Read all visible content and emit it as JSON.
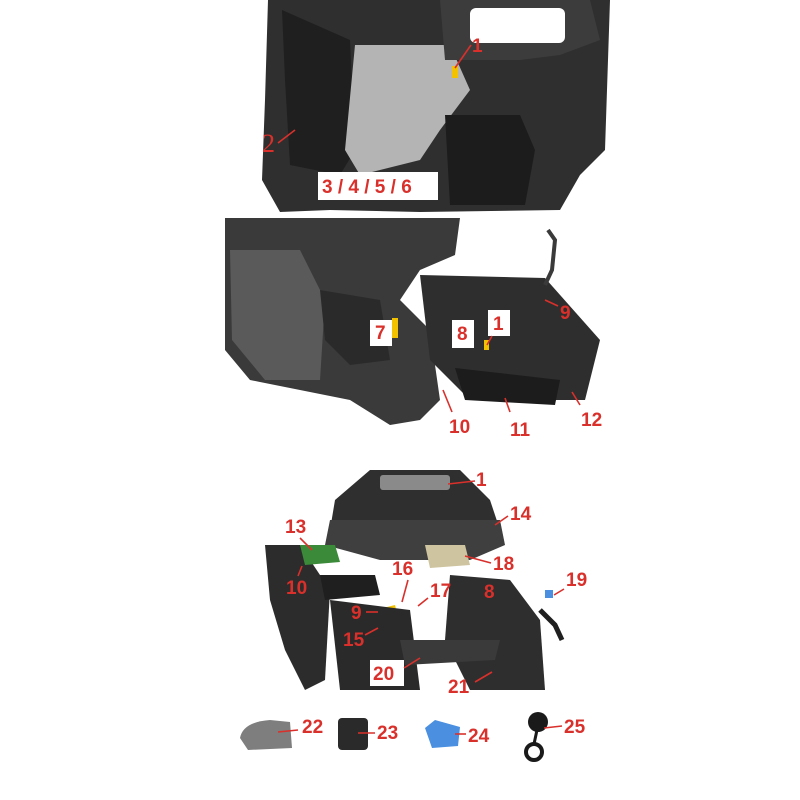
{
  "colors": {
    "callout": "#d9302b",
    "label_box": "#ffffff",
    "panel_dark": "#2b2b2b",
    "panel_mid": "#4a4a4a",
    "panel_light": "#bdbdbd",
    "accent_yellow": "#f2c200",
    "accent_green": "#3a8a3a",
    "accent_blue": "#4a8fe0"
  },
  "callouts": {
    "view1": {
      "c1": "1",
      "c2": "2",
      "c3456": "3 / 4 / 5 / 6"
    },
    "view2": {
      "c7": "7",
      "c8": "8",
      "c1": "1",
      "c9": "9",
      "c10": "10",
      "c11": "11",
      "c12": "12"
    },
    "view3": {
      "c1": "1",
      "c14": "14",
      "c13": "13",
      "c18": "18",
      "c10": "10",
      "c16": "16",
      "c17": "17",
      "c8": "8",
      "c19": "19",
      "c9": "9",
      "c15": "15",
      "c20": "20",
      "c21": "21"
    },
    "accessories": {
      "c22": "22",
      "c23": "23",
      "c24": "24",
      "c25": "25"
    }
  }
}
